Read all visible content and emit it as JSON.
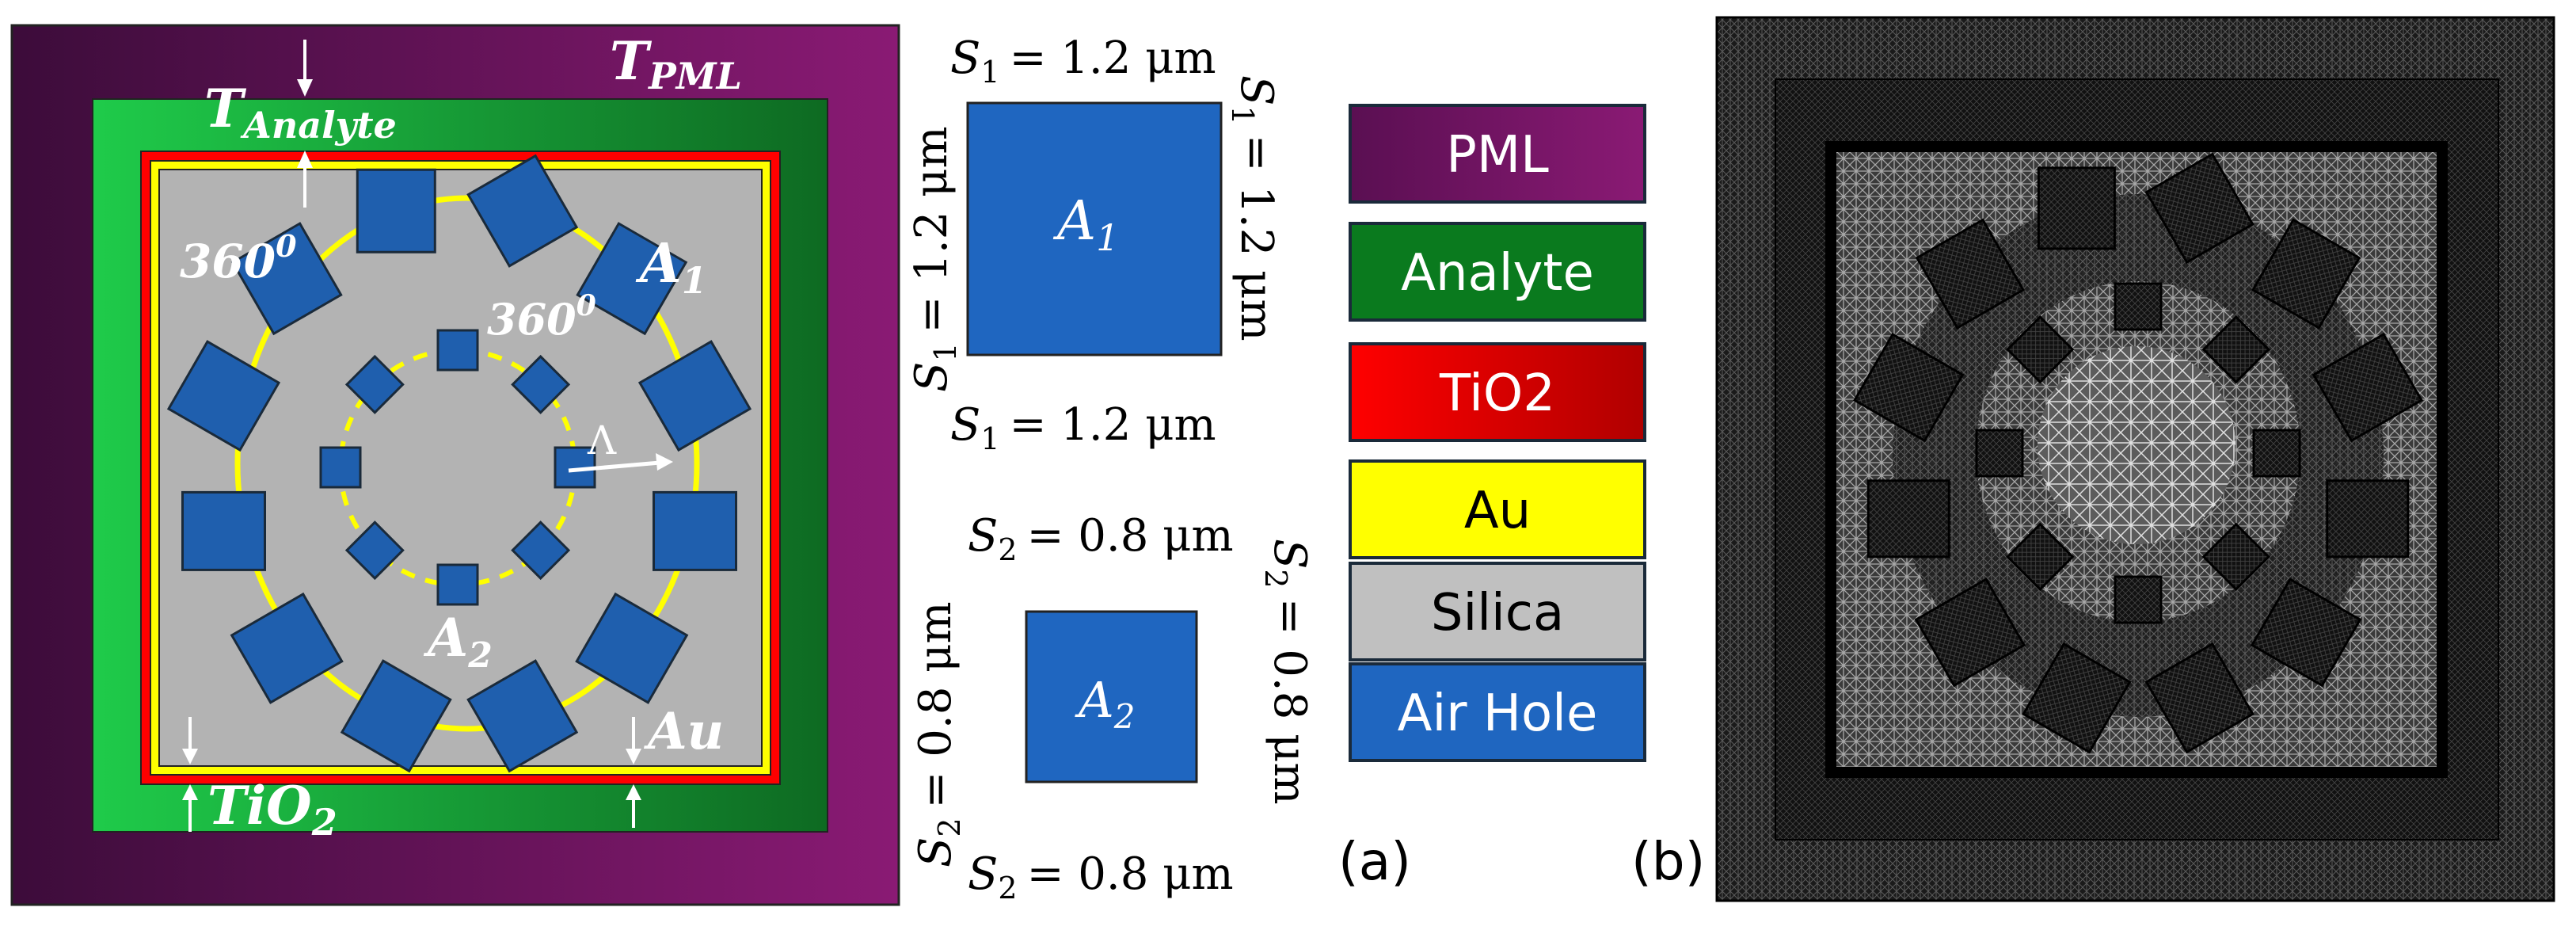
{
  "panel_a": {
    "labels": {
      "t_pml": "T",
      "t_pml_sub": "PML",
      "t_analyte": "T",
      "t_analyte_sub": "Analyte",
      "angle_outer": "360",
      "angle_outer_sup": "0",
      "angle_inner": "360",
      "angle_inner_sup": "0",
      "a1": "A",
      "a1_sub": "1",
      "a2": "A",
      "a2_sub": "2",
      "lambda": "Λ",
      "au": "Au",
      "tio2": "TiO",
      "tio2_sub": "2"
    },
    "colors": {
      "pml_dark": "#3c0c3a",
      "pml_light": "#8a1a74",
      "analyte_light": "#1fcb4a",
      "analyte_dark": "#0e6a22",
      "tio2": "#ff0000",
      "au": "#ffff00",
      "silica": "#b3b3b3",
      "air_hole": "#1f5fae"
    },
    "big_hole_count": 12,
    "small_hole_count": 8,
    "big_hole_rotations_deg": [
      -30,
      30,
      60,
      90,
      120,
      150,
      210,
      240,
      270,
      300,
      330,
      0
    ],
    "small_hole_rotations_deg": [
      0,
      45,
      90,
      135,
      180,
      225,
      270,
      315
    ]
  },
  "dimensions": {
    "s1_symbol": "S",
    "s1_sub": "1",
    "s1_value": "= 1.2 μm",
    "s2_symbol": "S",
    "s2_sub": "2",
    "s2_value": "= 0.8 μm",
    "a1": "A",
    "a1_sub": "1",
    "a2": "A",
    "a2_sub": "2"
  },
  "legend": {
    "items": [
      {
        "label": "PML",
        "color": "#8a1a74",
        "color2": "#5a0f52",
        "text_color": "#ffffff"
      },
      {
        "label": "Analyte",
        "color": "#0a7a1e",
        "color2": "#0a7a1e",
        "text_color": "#ffffff"
      },
      {
        "label": "TiO2",
        "color": "#ff0000",
        "color2": "#b00000",
        "text_color": "#ffffff"
      },
      {
        "label": "Au",
        "color": "#ffff00",
        "color2": "#ffff00",
        "text_color": "#000000"
      },
      {
        "label": "Silica",
        "color": "#c0c0c0",
        "color2": "#c0c0c0",
        "text_color": "#000000"
      },
      {
        "label": "Air Hole",
        "color": "#1f66c0",
        "color2": "#1f66c0",
        "text_color": "#ffffff"
      }
    ]
  },
  "captions": {
    "a": "(a)",
    "b": "(b)"
  }
}
